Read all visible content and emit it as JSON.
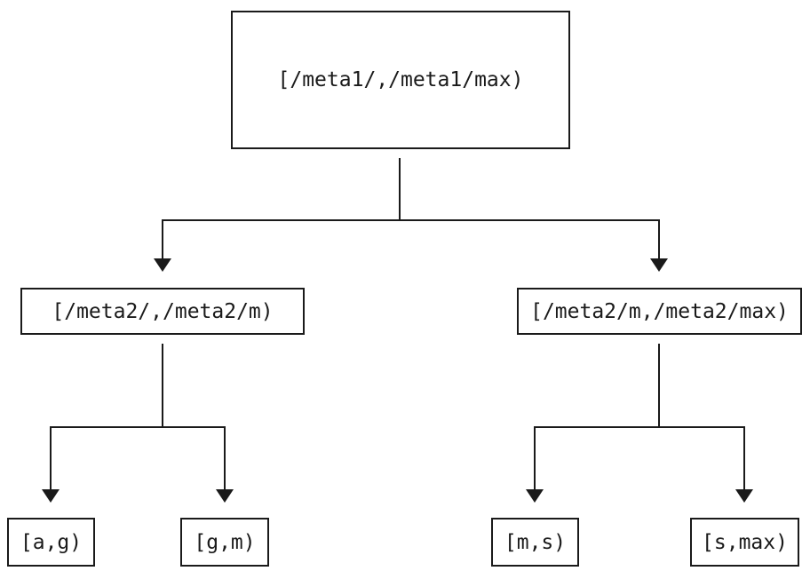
{
  "diagram": {
    "type": "tree",
    "background_color": "#ffffff",
    "line_color": "#1a1a1a",
    "nodes": {
      "root": {
        "label": "[/meta1/,/meta1/max)"
      },
      "left": {
        "label": "[/meta2/,/meta2/m)"
      },
      "right": {
        "label": "[/meta2/m,/meta2/max)"
      },
      "left_left": {
        "label": "[a,g)"
      },
      "left_right": {
        "label": "[g,m)"
      },
      "right_left": {
        "label": "[m,s)"
      },
      "right_right": {
        "label": "[s,max)"
      }
    },
    "edges": [
      {
        "from": "root",
        "to": "left"
      },
      {
        "from": "root",
        "to": "right"
      },
      {
        "from": "left",
        "to": "left_left"
      },
      {
        "from": "left",
        "to": "left_right"
      },
      {
        "from": "right",
        "to": "right_left"
      },
      {
        "from": "right",
        "to": "right_right"
      }
    ]
  }
}
